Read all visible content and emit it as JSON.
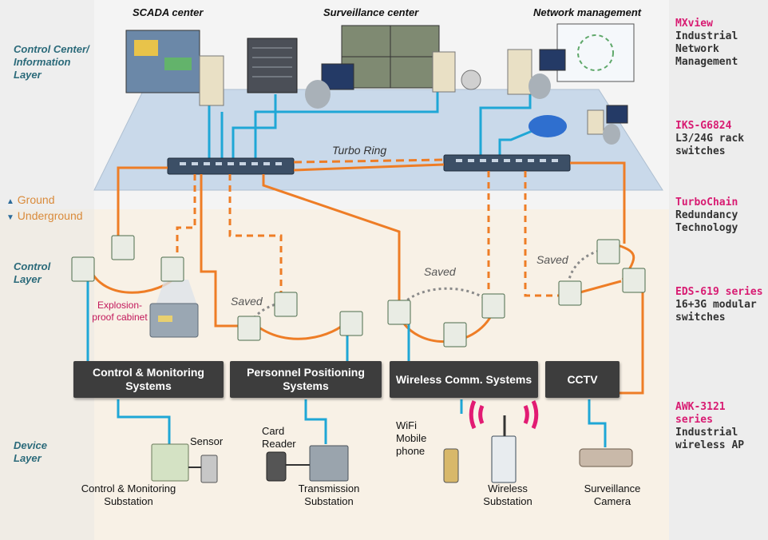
{
  "layers": {
    "control_center": "Control Center/ Information Layer",
    "control": "Control Layer",
    "device": "Device Layer"
  },
  "ground": {
    "above": "Ground",
    "below": "Underground"
  },
  "centers": {
    "scada": "SCADA center",
    "surveillance": "Surveillance center",
    "network": "Network management"
  },
  "ring": {
    "turbo_ring": "Turbo Ring",
    "saved": "Saved"
  },
  "explosion_cabinet": "Explosion-proof cabinet",
  "systems": {
    "control_monitoring": "Control & Monitoring Systems",
    "personnel": "Personnel Positioning Systems",
    "wireless": "Wireless Comm. Systems",
    "cctv": "CCTV"
  },
  "devices": {
    "sensor": "Sensor",
    "card_reader": "Card Reader",
    "wifi_phone": "WiFi Mobile phone",
    "cm_substation": "Control & Monitoring Substation",
    "transmission_substation": "Transmission Substation",
    "wireless_substation": "Wireless Substation",
    "surveillance_camera": "Surveillance Camera"
  },
  "legend": [
    {
      "title": "MXview",
      "desc": "Industrial Network Management"
    },
    {
      "title": "IKS-G6824",
      "desc": "L3/24G rack switches"
    },
    {
      "title": "TurboChain",
      "desc": "Redundancy Technology"
    },
    {
      "title": "EDS-619 series",
      "desc": "16+3G modular switches"
    },
    {
      "title": "AWK-3121 series",
      "desc": "Industrial wireless AP"
    }
  ],
  "colors": {
    "link_blue": "#1fa7d6",
    "link_orange": "#ee7d26",
    "accent_pink": "#d81b72",
    "box_dark": "#3d3d3d",
    "platform": "#c9d9ea"
  }
}
